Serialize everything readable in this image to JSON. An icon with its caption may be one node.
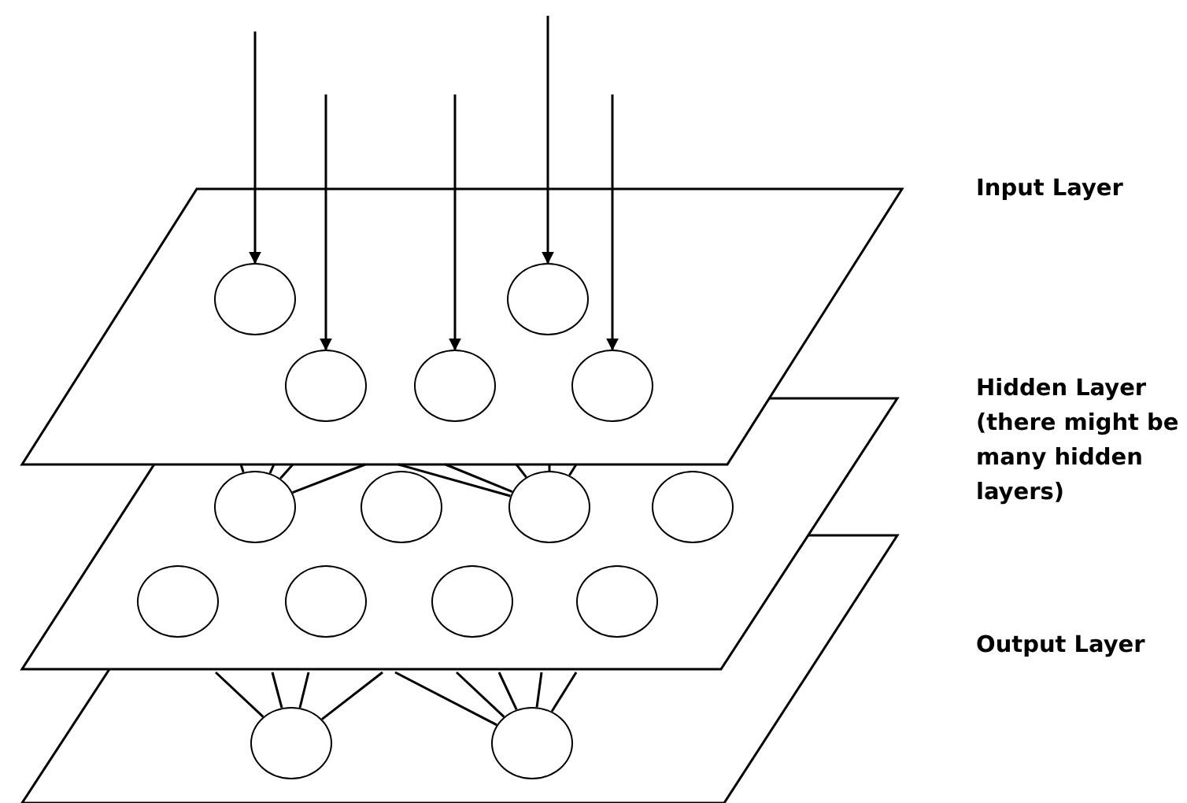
{
  "diagram": {
    "nodes": [
      {
        "text": [],
        "shape": "plane",
        "beside": [
          "Input Layer"
        ]
      },
      {
        "text": [],
        "shape": "circle",
        "in": 0
      },
      {
        "text": [],
        "shape": "circle",
        "in": 0
      },
      {
        "text": [],
        "shape": "circle",
        "in": 0
      },
      {
        "text": [],
        "shape": "circle",
        "in": 0
      },
      {
        "text": [],
        "shape": "circle",
        "in": 0
      },
      {
        "text": [],
        "shape": "plane",
        "beside": [
          "Hidden Layer",
          "(there might be many hidden layers)"
        ]
      },
      {
        "text": [],
        "shape": "circle",
        "in": 6
      },
      {
        "text": [],
        "shape": "circle",
        "in": 6
      },
      {
        "text": [],
        "shape": "circle",
        "in": 6
      },
      {
        "text": [],
        "shape": "circle",
        "in": 6
      },
      {
        "text": [],
        "shape": "circle"
      },
      {
        "text": [],
        "shape": "circle"
      },
      {
        "text": [],
        "shape": "circle"
      },
      {
        "text": [],
        "shape": "circle"
      },
      {
        "text": [],
        "shape": "plane",
        "beside": [
          "Output Layer"
        ]
      },
      {
        "text": [],
        "shape": "circle",
        "in": 15
      },
      {
        "text": [],
        "shape": "circle",
        "in": 15
      }
    ],
    "edges": [
      {
        "from": null,
        "to": 1,
        "arrow": "to"
      },
      {
        "from": null,
        "to": 2,
        "arrow": "to"
      },
      {
        "from": null,
        "to": 3,
        "arrow": "to"
      },
      {
        "from": null,
        "to": 4,
        "arrow": "to"
      },
      {
        "from": null,
        "to": 5,
        "arrow": "to"
      },
      {
        "from": 0,
        "to": 7,
        "arrow": "none"
      },
      {
        "from": 0,
        "to": 7,
        "arrow": "none"
      },
      {
        "from": 0,
        "to": 7,
        "arrow": "none"
      },
      {
        "from": 0,
        "to": 7,
        "arrow": "none"
      },
      {
        "from": 0,
        "to": 9,
        "arrow": "none"
      },
      {
        "from": 0,
        "to": 9,
        "arrow": "none"
      },
      {
        "from": 0,
        "to": 9,
        "arrow": "none"
      },
      {
        "from": 0,
        "to": 9,
        "arrow": "none"
      },
      {
        "from": 0,
        "to": 9,
        "arrow": "none"
      },
      {
        "from": 6,
        "to": 16,
        "arrow": "none"
      },
      {
        "from": 6,
        "to": 16,
        "arrow": "none"
      },
      {
        "from": 6,
        "to": 16,
        "arrow": "none"
      },
      {
        "from": 6,
        "to": 16,
        "arrow": "none"
      },
      {
        "from": 6,
        "to": 17,
        "arrow": "none"
      },
      {
        "from": 6,
        "to": 17,
        "arrow": "none"
      },
      {
        "from": 6,
        "to": 17,
        "arrow": "none"
      },
      {
        "from": 6,
        "to": 17,
        "arrow": "none"
      },
      {
        "from": 6,
        "to": 17,
        "arrow": "none"
      }
    ]
  }
}
